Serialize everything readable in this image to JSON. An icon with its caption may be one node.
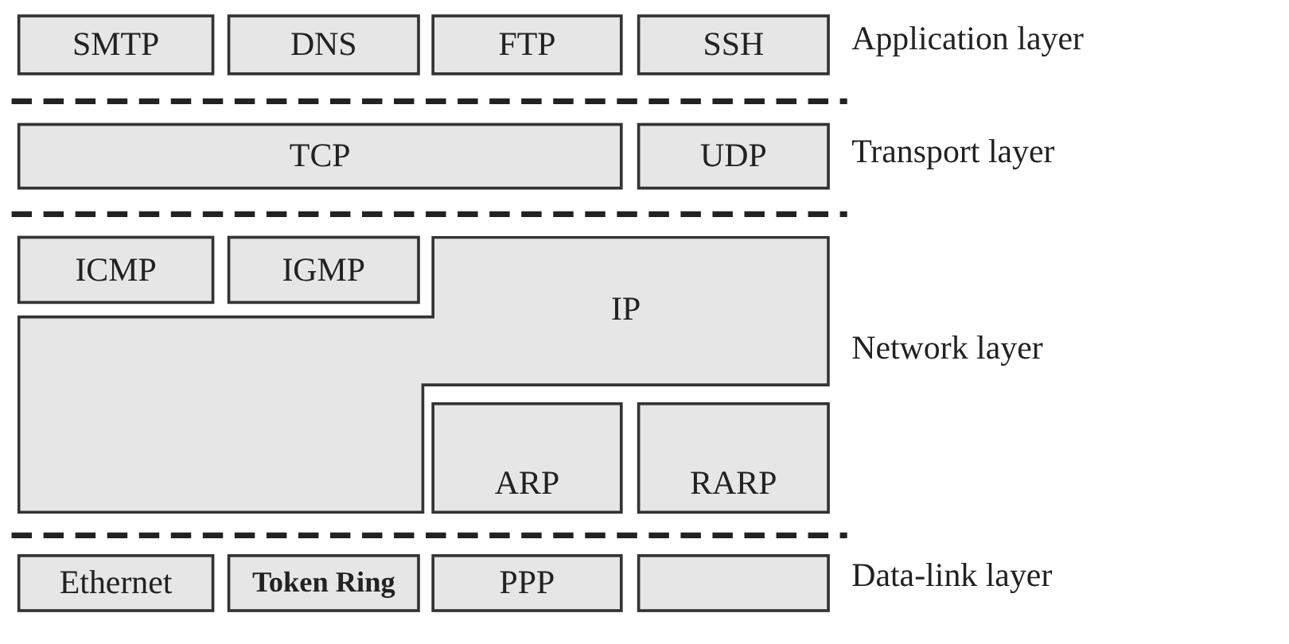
{
  "diagram": {
    "nodes": [
      {
        "text": [
          "SMTP"
        ]
      },
      {
        "text": [
          "DNS"
        ]
      },
      {
        "text": [
          "FTP"
        ]
      },
      {
        "text": [
          "SSH"
        ]
      },
      {
        "text": [
          "TCP"
        ]
      },
      {
        "text": [
          "UDP"
        ]
      },
      {
        "text": [
          "ICMP"
        ]
      },
      {
        "text": [
          "IGMP"
        ]
      },
      {
        "text": [
          "IP"
        ]
      },
      {
        "text": [
          "ARP"
        ]
      },
      {
        "text": [
          "RARP"
        ]
      },
      {
        "text": [
          "Ethernet"
        ]
      },
      {
        "text": [
          "Token Ring"
        ]
      },
      {
        "text": [
          "PPP"
        ]
      },
      {
        "text": [],
        "shape": "box"
      }
    ],
    "edges": [],
    "labels": [
      "Application layer",
      "Transport layer",
      "Network layer",
      "Data-link layer"
    ]
  }
}
